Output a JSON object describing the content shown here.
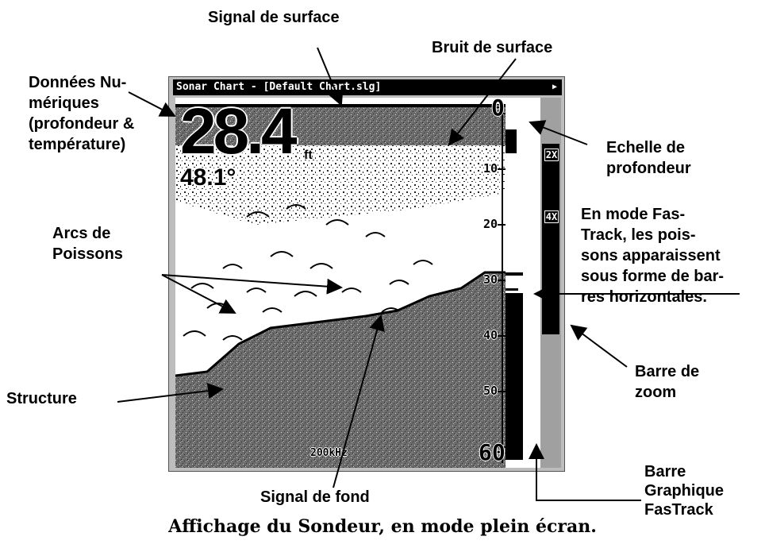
{
  "device": {
    "title": "Sonar Chart - [Default Chart.slg]",
    "depth_value": "28.4",
    "depth_unit": "ft",
    "temperature": "48.1°",
    "frequency": "200kHz",
    "depth_scale": [
      "0",
      "10",
      "20",
      "30",
      "40",
      "50",
      "60"
    ],
    "zoom_levels": [
      "2X",
      "4X"
    ]
  },
  "labels": {
    "signal_surface": "Signal de surface",
    "bruit_surface": "Bruit de surface",
    "donnees_1": "Données Nu-",
    "donnees_2": "mériques",
    "donnees_3": "(profondeur &",
    "donnees_4": "température)",
    "echelle_1": "Echelle de",
    "echelle_2": "profondeur",
    "fastrack_1": "En mode Fas-",
    "fastrack_2": "Track, les pois-",
    "fastrack_3": "sons apparaissent",
    "fastrack_4": "sous forme de bar-",
    "fastrack_5": "res horizontales.",
    "arcs_1": "Arcs de",
    "arcs_2": "Poissons",
    "barre_zoom_1": "Barre de",
    "barre_zoom_2": "zoom",
    "structure": "Structure",
    "signal_fond": "Signal de fond",
    "barre_graph_1": "Barre",
    "barre_graph_2": "Graphique",
    "barre_graph_3": "FasTrack"
  },
  "caption": "Affichage du Sondeur, en mode plein écran."
}
